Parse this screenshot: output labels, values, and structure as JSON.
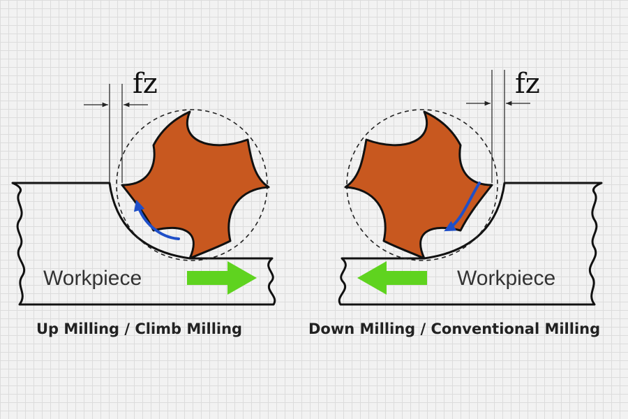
{
  "left": {
    "feed_label": "fz",
    "workpiece_label": "Workpiece",
    "caption": "Up Milling / Climb Milling"
  },
  "right": {
    "feed_label": "fz",
    "workpiece_label": "Workpiece",
    "caption": "Down Milling / Conventional Milling"
  },
  "colors": {
    "cutter": "#c8581f",
    "rotation_arrow": "#1f4fc8",
    "feed_arrow": "#5fd31f",
    "outline": "#111111"
  },
  "icons": {
    "rotation": "curved-arrow-icon",
    "feed": "right-arrow-icon"
  }
}
